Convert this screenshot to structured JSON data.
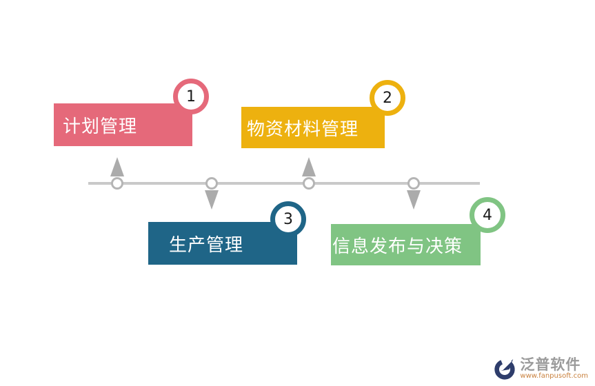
{
  "diagram": {
    "items": [
      {
        "number": "1",
        "label": "计划管理",
        "color": "#e5697a",
        "side": "top"
      },
      {
        "number": "2",
        "label": "物资材料管理",
        "color": "#edb10f",
        "side": "top"
      },
      {
        "number": "3",
        "label": "生产管理",
        "color": "#1f6587",
        "side": "bottom"
      },
      {
        "number": "4",
        "label": "信息发布与决策",
        "color": "#80c483",
        "side": "bottom"
      }
    ],
    "timeline_color": "#c9c9c9",
    "arrow_color": "#ababab"
  },
  "footer": {
    "brand": "泛普软件",
    "url": "www.fanpusoft.com",
    "brand_color": "#9b9b9b",
    "url_color": "#c8803d"
  }
}
